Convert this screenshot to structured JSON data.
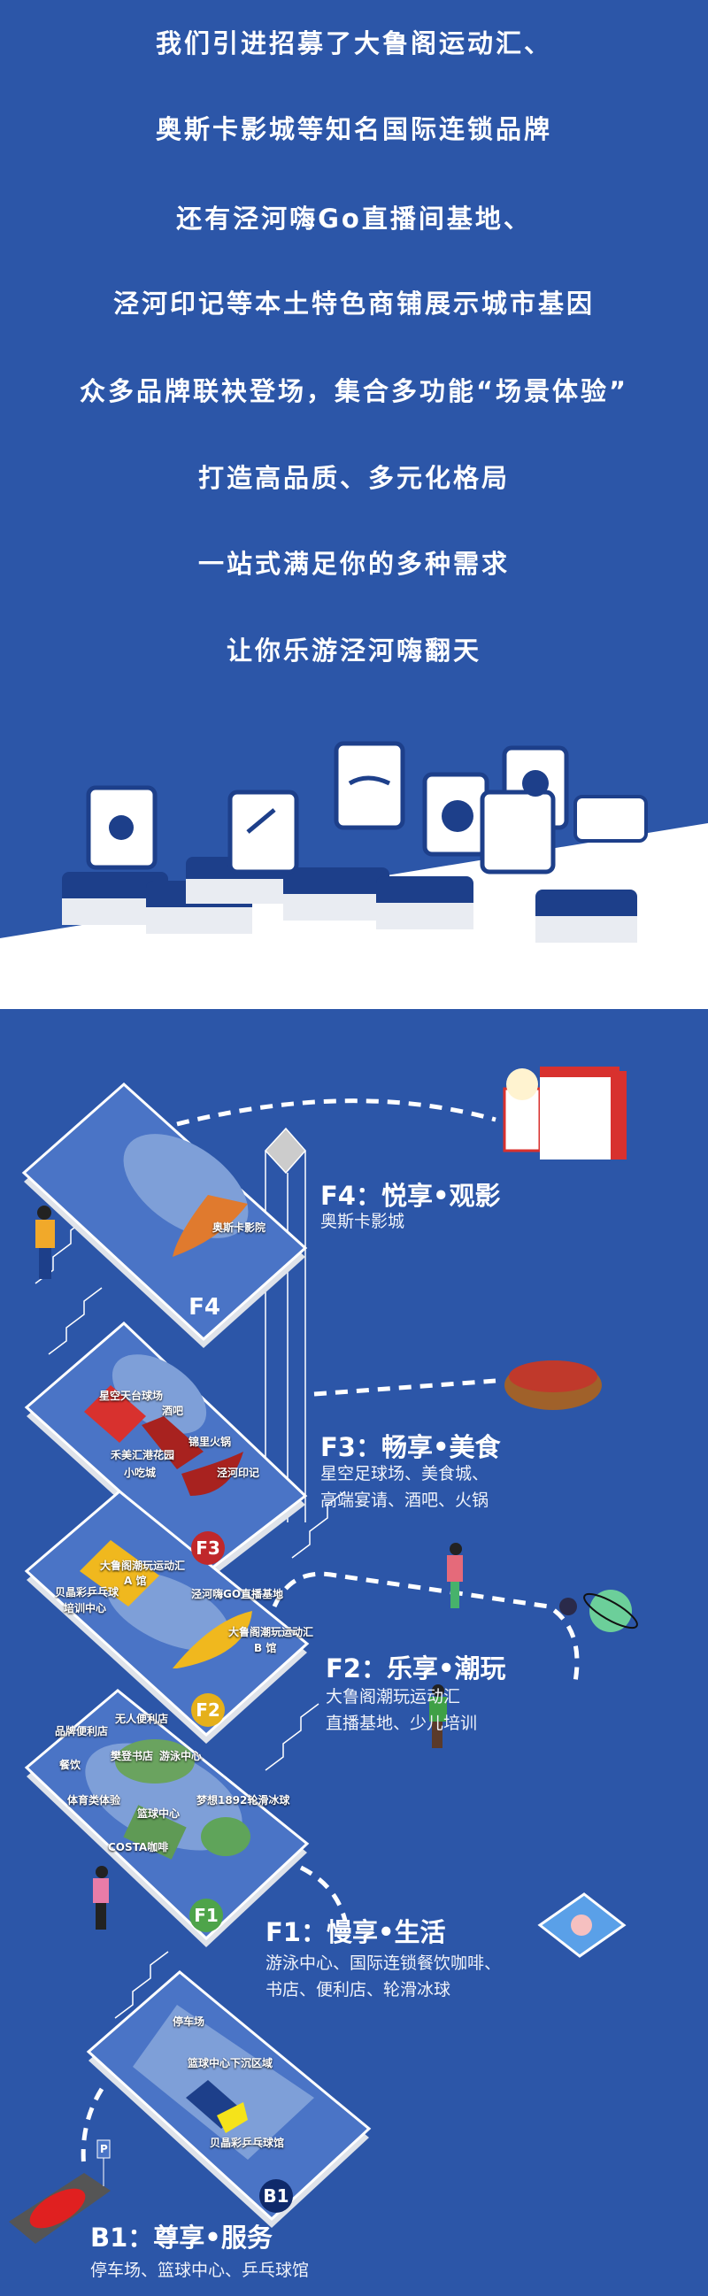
{
  "intro_lines": [
    "我们引进招募了大鲁阁运动汇、",
    "奥斯卡影城等知名国际连锁品牌",
    "还有泾河嗨Go直播间基地、",
    "泾河印记等本土特色商铺展示城市基因",
    "众多品牌联袂登场，集合多功能“场景体验”",
    "打造高品质、多元化格局",
    "一站式满足你的多种需求",
    "让你乐游泾河嗨翻天"
  ],
  "floors": {
    "f4": {
      "badge": "F4",
      "title": "F4：悦享•观影",
      "desc": [
        "奥斯卡影城"
      ],
      "markers": [
        "奥斯卡影院"
      ]
    },
    "f3": {
      "badge": "F3",
      "title": "F3：畅享•美食",
      "desc": [
        "星空足球场、美食城、",
        "高端宴请、酒吧、火锅"
      ],
      "markers": [
        "星空天台球场",
        "酒吧",
        "锦里火锅",
        "禾美汇港花园",
        "小吃城",
        "泾河印记"
      ]
    },
    "f2": {
      "badge": "F2",
      "title": "F2：乐享•潮玩",
      "desc": [
        "大鲁阁潮玩运动汇",
        "直播基地、少儿培训"
      ],
      "markers": [
        "大鲁阁潮玩运动汇",
        "A 馆",
        "贝晶彩乒乓球",
        "培训中心",
        "泾河嗨GO直播基地",
        "大鲁阁潮玩运动汇",
        "B 馆"
      ]
    },
    "f1": {
      "badge": "F1",
      "title": "F1：慢享•生活",
      "desc": [
        "游泳中心、国际连锁餐饮咖啡、",
        "书店、便利店、轮滑冰球"
      ],
      "markers": [
        "无人便利店",
        "品牌便利店",
        "樊登书店",
        "游泳中心",
        "餐饮",
        "体育类体验",
        "篮球中心",
        "梦想1892轮滑冰球",
        "COSTA咖啡"
      ]
    },
    "b1": {
      "badge": "B1",
      "title": "B1：尊享•服务",
      "desc": [
        "停车场、篮球中心、乒乓球馆"
      ],
      "markers": [
        "停车场",
        "篮球中心下沉区域",
        "贝晶彩乒乓球馆"
      ],
      "parking_sign": "P"
    }
  },
  "colors": {
    "bg": "#2c56a8",
    "plate": "#4a74c6",
    "f4": "#e07a2e",
    "f3": "#d8312e",
    "f2": "#f0b81e",
    "f1": "#5fa45a",
    "b1": "#0f2a6b"
  }
}
